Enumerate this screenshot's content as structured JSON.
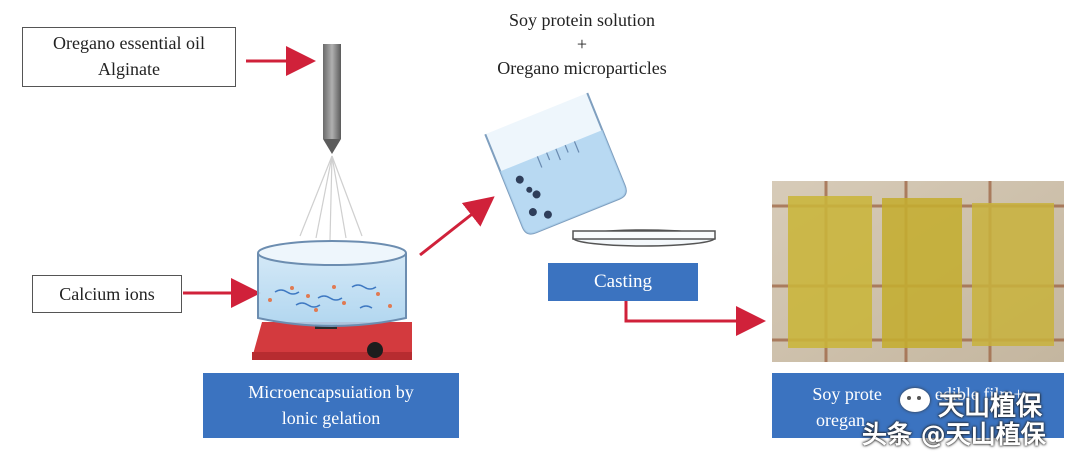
{
  "inputs": {
    "oil_line1": "Oregano essential oil",
    "oil_line2": "Alginate",
    "calcium": "Calcium ions"
  },
  "top_label": {
    "line1": "Soy protein solution",
    "plus": "+",
    "line3": "Oregano microparticles"
  },
  "steps": {
    "casting": "Casting",
    "microencapsulation_line1": "Microencapsuiation by",
    "microencapsulation_line2": "lonic gelation",
    "film_line1": "Soy prote",
    "film_line1b": "edible film+",
    "film_line2": "oregan"
  },
  "watermark": {
    "text1": "天山植保",
    "text2": "头条 @天山植保"
  },
  "colors": {
    "arrow": "#d0213a",
    "box_blue": "#3b73c0",
    "film": "#c9b53a"
  }
}
